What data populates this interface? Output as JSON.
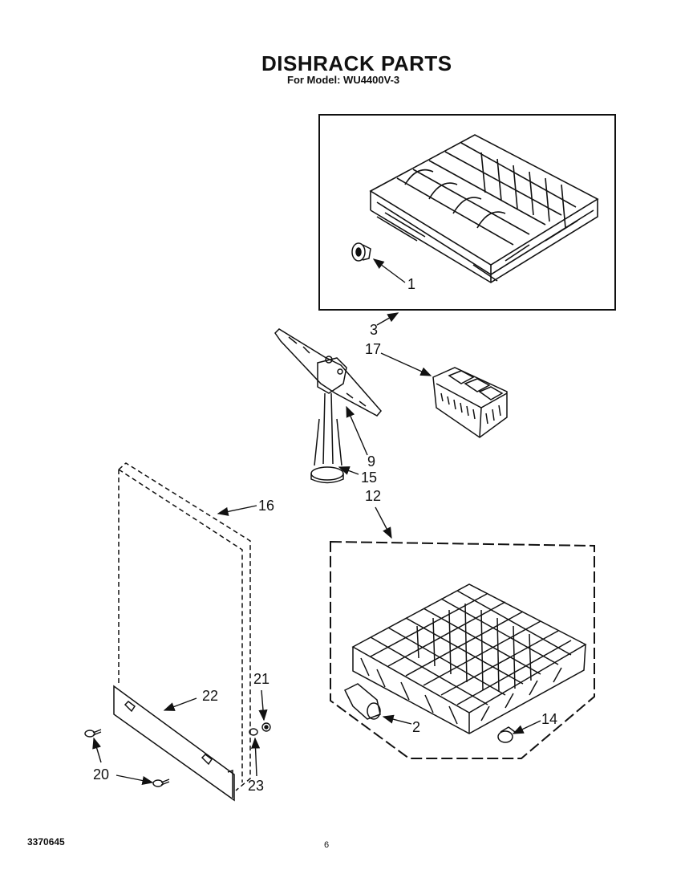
{
  "header": {
    "title": "DISHRACK PARTS",
    "subtitle": "For Model: WU4400V-3"
  },
  "callouts": {
    "c1": "1",
    "c2": "2",
    "c3": "3",
    "c9": "9",
    "c12": "12",
    "c14": "14",
    "c15": "15",
    "c16": "16",
    "c17": "17",
    "c20": "20",
    "c21": "21",
    "c22": "22",
    "c23": "23"
  },
  "footer": {
    "doc_number": "3370645",
    "page_number": "6"
  }
}
